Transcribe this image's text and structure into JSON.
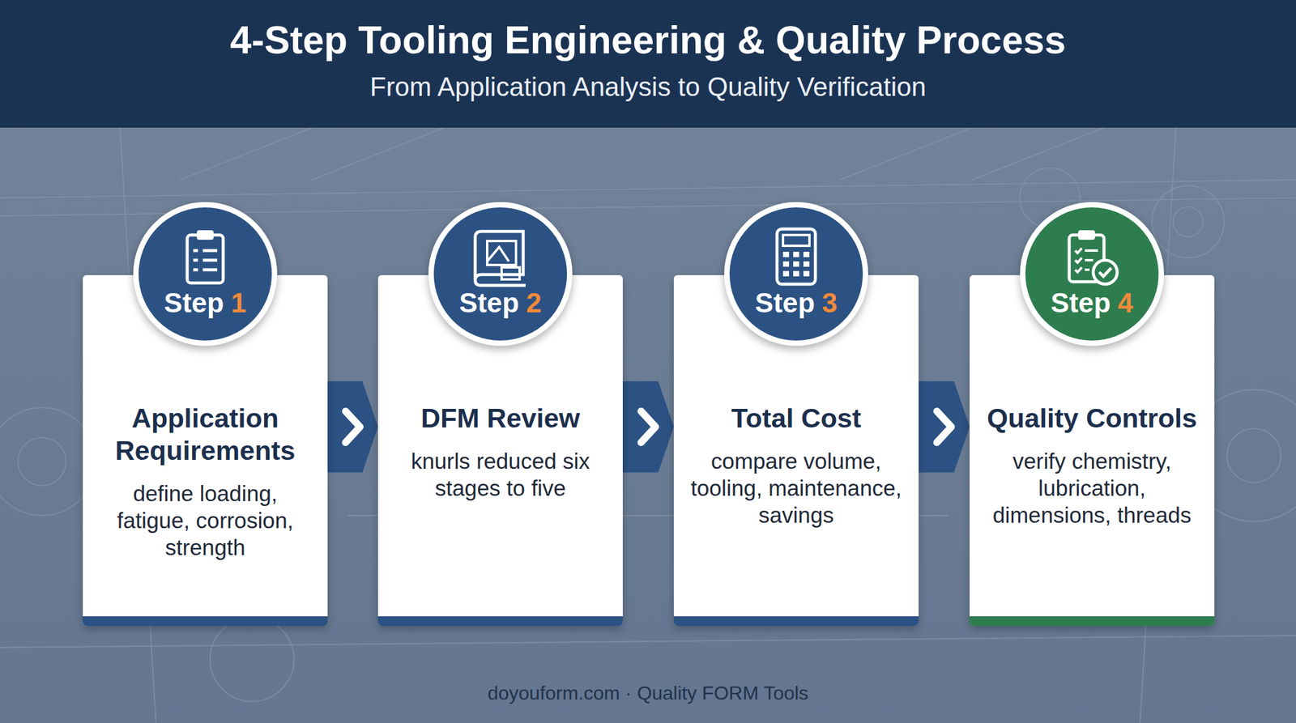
{
  "diagram": {
    "title": "4-Step Tooling Engineering & Quality Process",
    "caption": "doyouform.com · Quality FORM Tools",
    "nodes": [
      {
        "text": [
          "Step",
          "1"
        ]
      },
      {
        "text": [
          "Application Requirements",
          "define loading, fatigue, corrosion, strength"
        ]
      },
      {
        "text": [
          "Step",
          "2"
        ]
      },
      {
        "text": [
          "DFM Review",
          "knurls reduced six stages to five"
        ]
      },
      {
        "text": [
          "Step",
          "3"
        ]
      },
      {
        "text": [
          "Total Cost",
          "compare volume, tooling, maintenance, savings"
        ]
      },
      {
        "text": [
          "Step",
          "4"
        ]
      },
      {
        "text": [
          "Quality Controls",
          "verify chemistry, lubrication, dimensions, threads"
        ]
      }
    ],
    "edges": [
      {
        "from": 1,
        "to": 3,
        "arrow": "to"
      },
      {
        "from": 3,
        "to": 5,
        "arrow": "to"
      },
      {
        "from": 5,
        "to": 7,
        "arrow": "to"
      }
    ],
    "labels": [
      "From Application Analysis to Quality Verification"
    ]
  }
}
